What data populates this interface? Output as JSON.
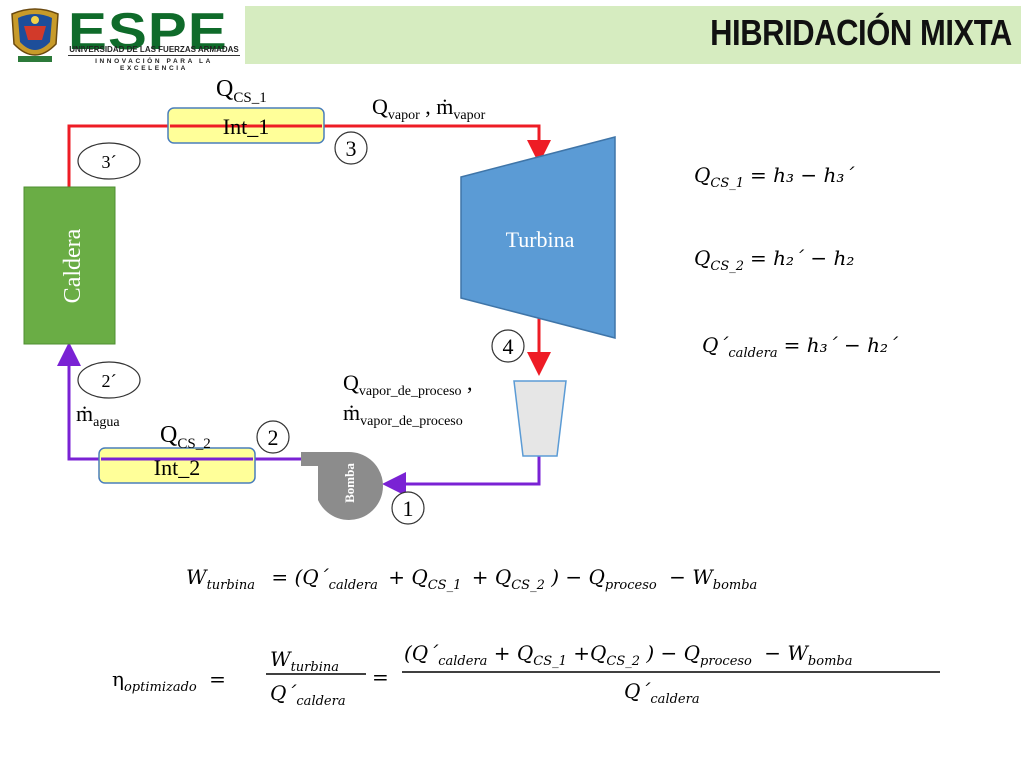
{
  "header": {
    "title": "HIBRIDACIÓN MIXTA",
    "logo_name": "ESPE",
    "logo_subtitle": "UNIVERSIDAD DE LAS FUERZAS ARMADAS",
    "logo_motto": "INNOVACIÓN PARA LA EXCELENCIA"
  },
  "colors": {
    "header_band": "#d6ecc0",
    "logo_green": "#0f6b2a",
    "pipe_red": "#ee1c25",
    "pipe_purple": "#7a22d4",
    "boiler_green": "#6aad45",
    "turbine_blue": "#5b9bd5",
    "exchanger_yellow": "#ffff99",
    "pump_gray": "#8c8c8c"
  },
  "diagram": {
    "boiler_label": "Caldera",
    "turbine_label": "Turbina",
    "pump_label": "Bomba",
    "int1": {
      "label": "Int_1",
      "heat": "Q",
      "heat_sub": "CS_1"
    },
    "int2": {
      "label": "Int_2",
      "heat": "Q",
      "heat_sub": "CS_2"
    },
    "state_points": [
      "3",
      "4",
      "1",
      "2",
      "3´",
      "2´"
    ],
    "vapor_label": {
      "q": "Q",
      "q_sub": "vapor",
      "sep": " , ",
      "m": "ṁ",
      "m_sub": "vapor"
    },
    "process_label": {
      "q": "Q",
      "q_sub": "vapor_de_proceso",
      "sep": " ,",
      "m": "ṁ",
      "m_sub": "vapor_de_proceso"
    },
    "water_label": {
      "m": "ṁ",
      "m_sub": "agua"
    }
  },
  "equations": {
    "eq1": {
      "lhs": "Q",
      "lhs_sub": "CS_1",
      "rhs": "= h₃ − h₃´"
    },
    "eq2": {
      "lhs": "Q",
      "lhs_sub": "CS_2",
      "rhs": "= h₂´ − h₂"
    },
    "eq3": {
      "lhs": "Q´",
      "lhs_sub": "caldera",
      "rhs": "= h₃´ − h₂´"
    },
    "w_turbina": {
      "lhs": "W",
      "lhs_sub": "turbina",
      "p1": "= (Q´",
      "p1_sub": "caldera",
      "p2": "+ Q",
      "p2_sub": "CS_1",
      "p3": "+ Q",
      "p3_sub": "CS_2",
      "p4": ") −  Q",
      "p4_sub": "proceso",
      "p5": "− W",
      "p5_sub": "bomba"
    },
    "eta": {
      "lhs": "η",
      "lhs_sub": "optimizado",
      "eq_sign": "=",
      "f1_num": "W",
      "f1_num_sub": "turbina",
      "f1_den": "Q´",
      "f1_den_sub": "caldera",
      "eq_sign2": "=",
      "f2_n1": "(Q´",
      "f2_n1_sub": "caldera",
      "f2_n2": "+ Q",
      "f2_n2_sub": "CS_1",
      "f2_n3": " +Q",
      "f2_n3_sub": "CS_2",
      "f2_n4": ") −  Q",
      "f2_n4_sub": "proceso",
      "f2_n5": "− W",
      "f2_n5_sub": "bomba",
      "f2_den": "Q´",
      "f2_den_sub": "caldera"
    }
  }
}
